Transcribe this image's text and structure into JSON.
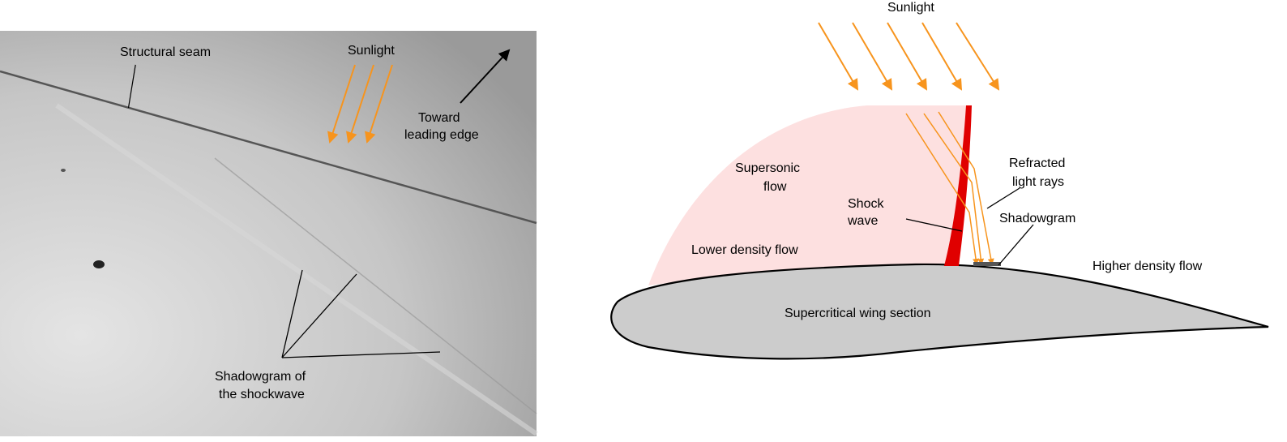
{
  "photo": {
    "labels": {
      "structural_seam": "Structural seam",
      "sunlight": "Sunlight",
      "toward_line1": "Toward",
      "toward_line2": "leading edge",
      "shadowgram_line1": "Shadowgram of",
      "shadowgram_line2": "the shockwave"
    }
  },
  "diagram": {
    "labels": {
      "sunlight": "Sunlight",
      "supersonic_line1": "Supersonic",
      "supersonic_line2": "flow",
      "shock_line1": "Shock",
      "shock_line2": "wave",
      "refracted_line1": "Refracted",
      "refracted_line2": "light rays",
      "shadowgram": "Shadowgram",
      "lower_density": "Lower density flow",
      "higher_density": "Higher density flow",
      "wing_section": "Supercritical wing section"
    }
  },
  "colors": {
    "sun_arrow": "#f7941d",
    "shock": "#e00000",
    "supersonic_region": "#fde0e0",
    "wing": "#cccccc"
  }
}
